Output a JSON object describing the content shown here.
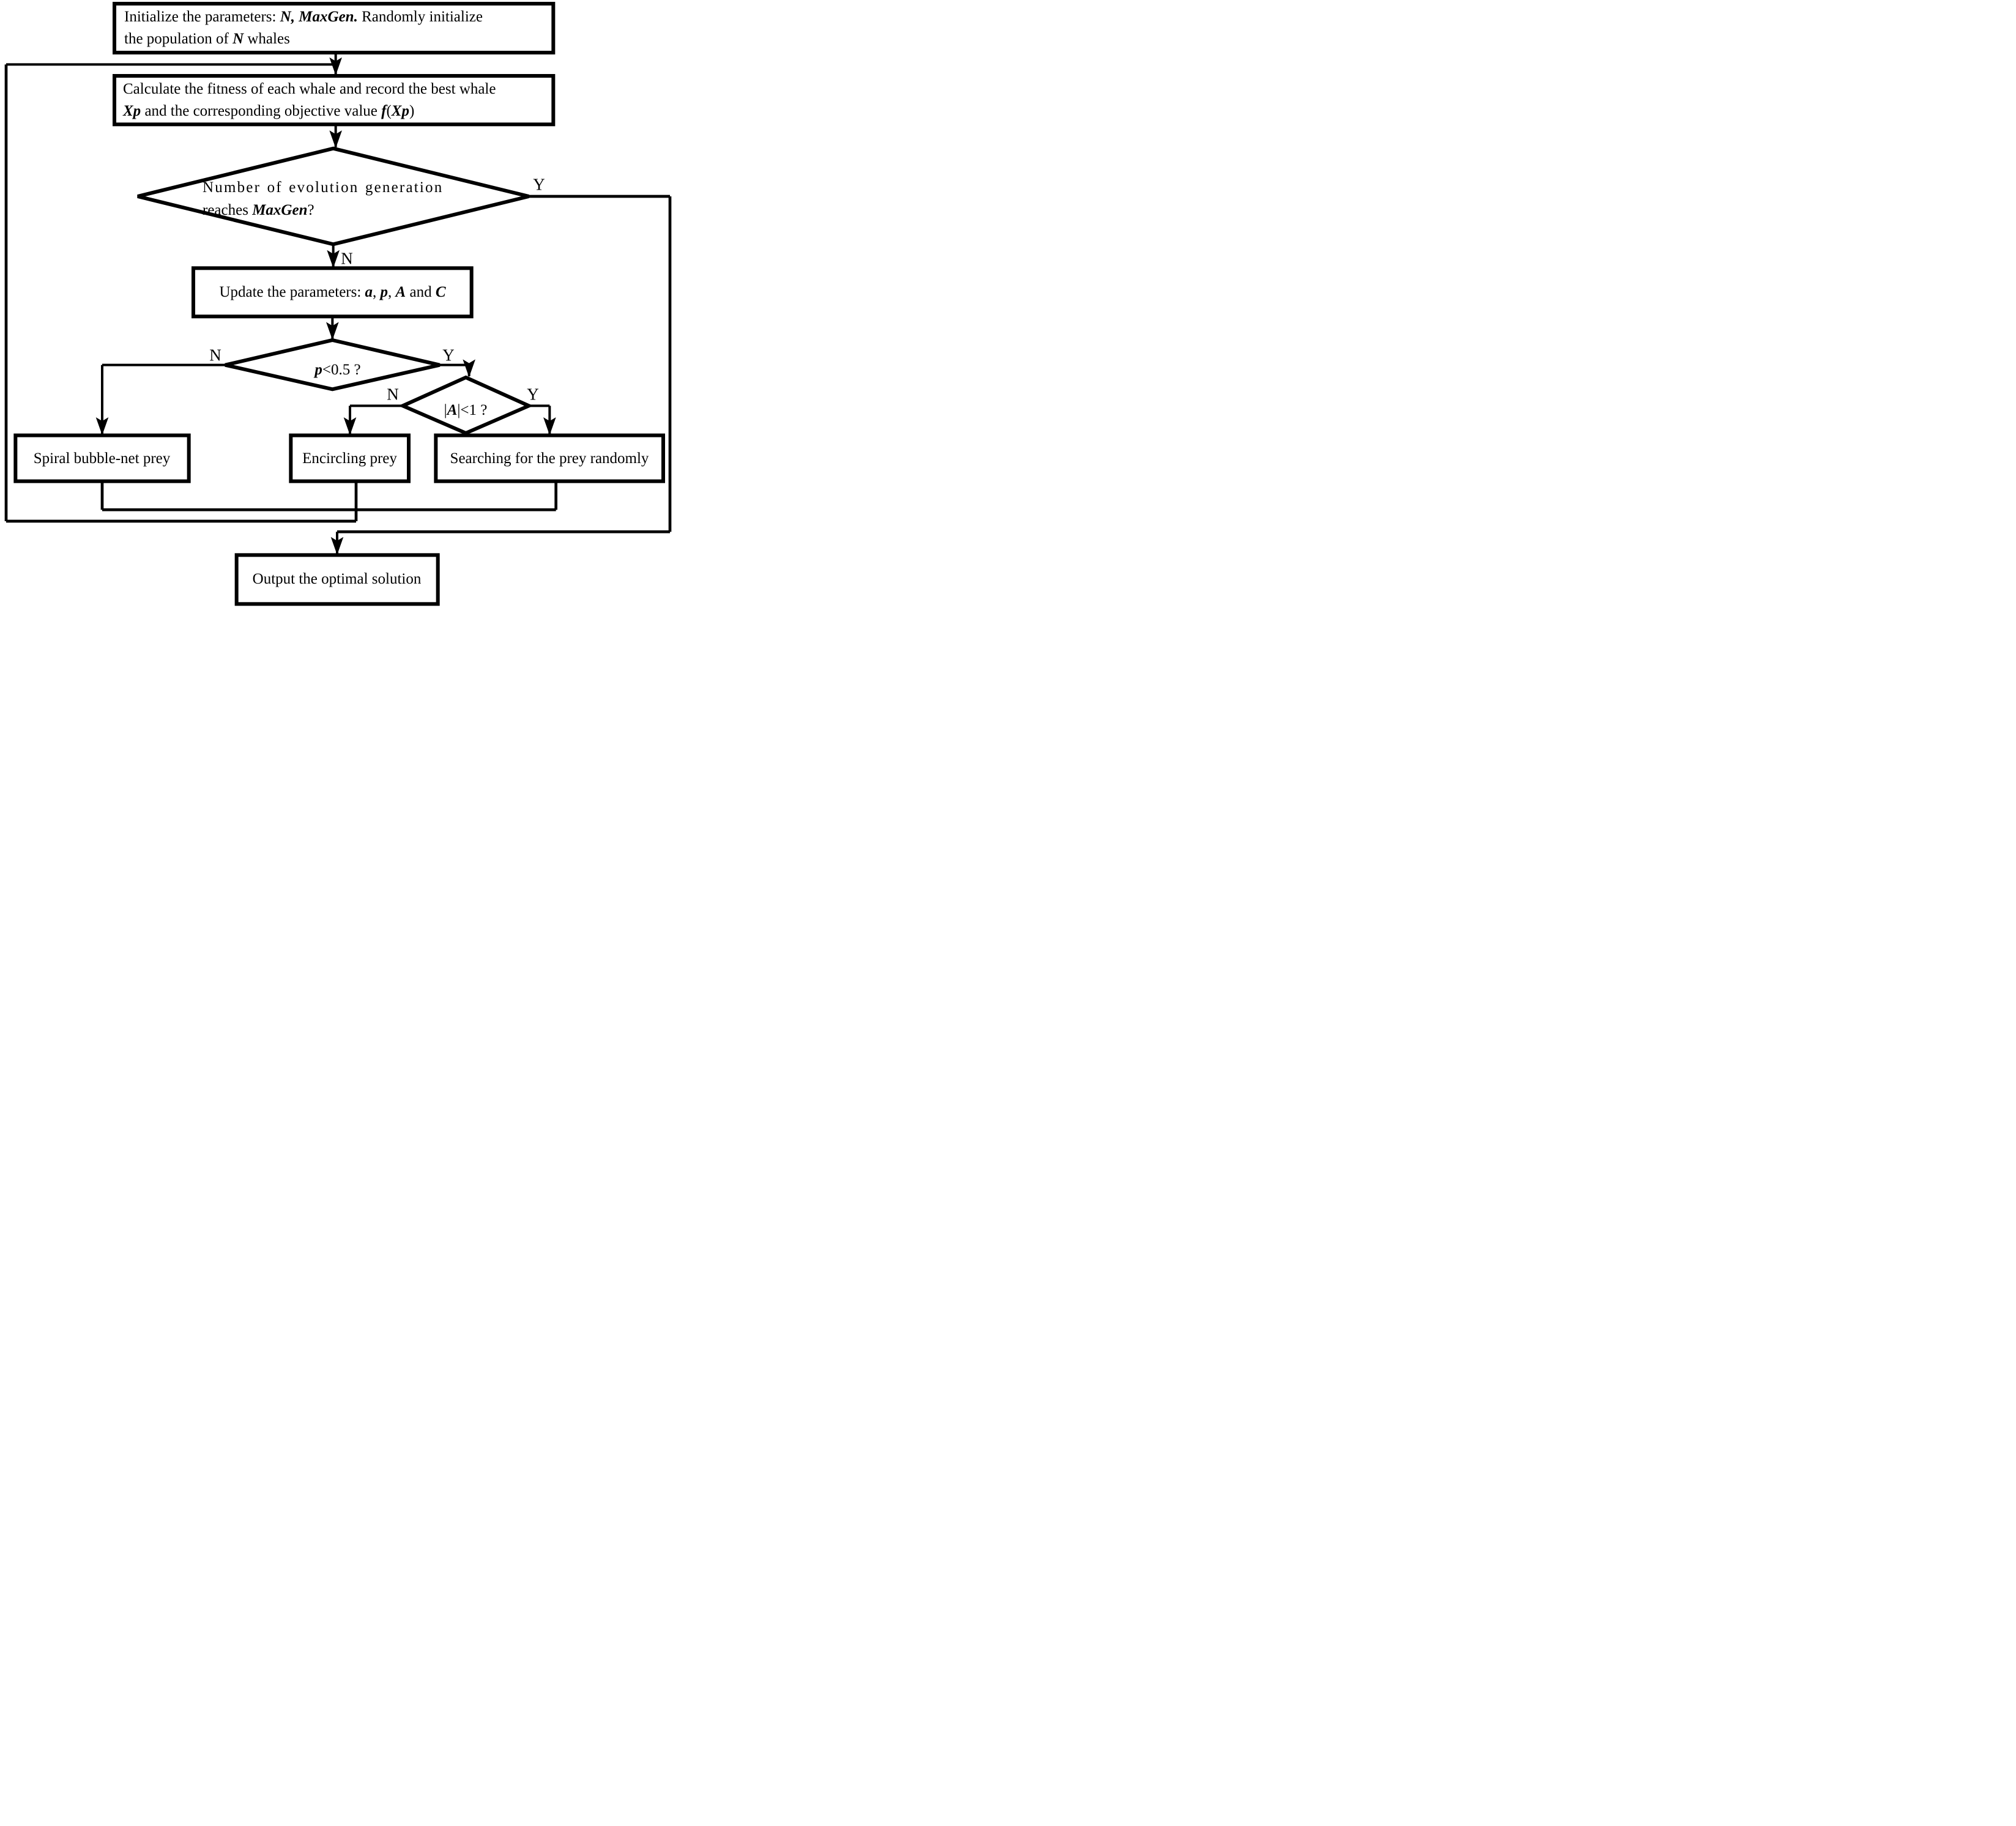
{
  "colors": {
    "ink": "#000000",
    "background": "#ffffff"
  },
  "nodes": {
    "init": {
      "lines": [
        [
          {
            "t": "Initialize the parameters: "
          },
          {
            "t": "N, MaxGen.",
            "s": "bi"
          },
          {
            "t": " Randomly initialize"
          }
        ],
        [
          {
            "t": "the population of "
          },
          {
            "t": "N",
            "s": "bi"
          },
          {
            "t": " whales"
          }
        ]
      ]
    },
    "fitness": {
      "lines": [
        [
          {
            "t": "Calculate the fitness of each whale and record the best whale"
          }
        ],
        [
          {
            "t": "Xp",
            "s": "bi"
          },
          {
            "t": " and the corresponding objective value "
          },
          {
            "t": "f",
            "s": "bi"
          },
          {
            "t": "("
          },
          {
            "t": "Xp",
            "s": "bi"
          },
          {
            "t": ")"
          }
        ]
      ]
    },
    "maxgen_decision": {
      "lines": [
        [
          {
            "t": "Number of evolution generation",
            "s": "sp"
          }
        ],
        [
          {
            "t": "reaches "
          },
          {
            "t": "MaxGen",
            "s": "bi"
          },
          {
            "t": "?"
          }
        ]
      ]
    },
    "update_params": {
      "lines": [
        [
          {
            "t": "Update the parameters: "
          },
          {
            "t": "a",
            "s": "bi"
          },
          {
            "t": ", "
          },
          {
            "t": "p",
            "s": "bi"
          },
          {
            "t": ", "
          },
          {
            "t": "A",
            "s": "bi"
          },
          {
            "t": " and "
          },
          {
            "t": "C",
            "s": "bi"
          }
        ]
      ]
    },
    "p_decision": {
      "lines": [
        [
          {
            "t": "p",
            "s": "bi"
          },
          {
            "t": "<0.5 ?"
          }
        ]
      ]
    },
    "abs_a_decision": {
      "lines": [
        [
          {
            "t": "|"
          },
          {
            "t": "A",
            "s": "bi"
          },
          {
            "t": "|<1 ?"
          }
        ]
      ]
    },
    "spiral_bubble_net": {
      "lines": [
        [
          {
            "t": "Spiral bubble-net prey"
          }
        ]
      ]
    },
    "encircling_prey": {
      "lines": [
        [
          {
            "t": "Encircling prey"
          }
        ]
      ]
    },
    "random_search": {
      "lines": [
        [
          {
            "t": "Searching for the prey randomly"
          }
        ]
      ]
    },
    "output": {
      "lines": [
        [
          {
            "t": "Output the optimal solution"
          }
        ]
      ]
    }
  },
  "branch_labels": {
    "maxgen_yes": "Y",
    "maxgen_no": "N",
    "p_no": "N",
    "p_yes": "Y",
    "abs_a_no": "N",
    "abs_a_yes": "Y"
  }
}
